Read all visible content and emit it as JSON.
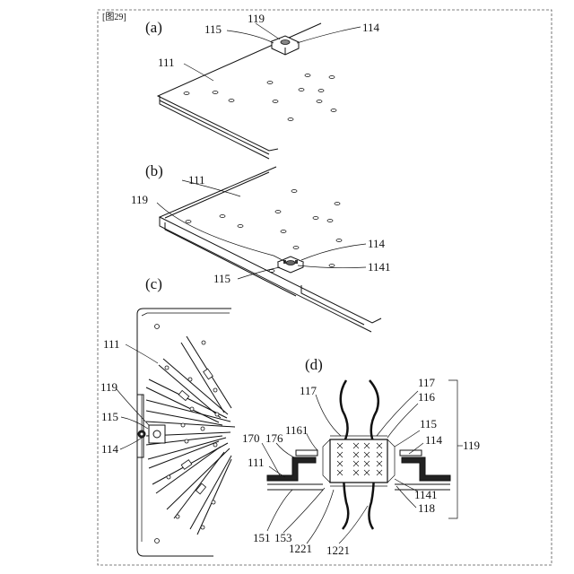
{
  "figure_number": "[图29]",
  "panels": {
    "a": "(a)",
    "b": "(b)",
    "c": "(c)",
    "d": "(d)"
  },
  "labels_a": {
    "l119": "119",
    "l115": "115",
    "l114": "114",
    "l111": "111"
  },
  "labels_b": {
    "l111": "111",
    "l119": "119",
    "l114": "114",
    "l1141": "1141",
    "l115": "115"
  },
  "labels_c": {
    "l111": "111",
    "l119": "119",
    "l115": "115",
    "l114": "114"
  },
  "labels_d": {
    "l117a": "117",
    "l117b": "117",
    "l116": "116",
    "l115": "115",
    "l114": "114",
    "l119": "119",
    "l1141": "1141",
    "l118": "118",
    "l170": "170",
    "l176": "176",
    "l1161": "1161",
    "l111": "111",
    "l151": "151",
    "l153": "153",
    "l1221a": "1221",
    "l1221b": "1221"
  }
}
